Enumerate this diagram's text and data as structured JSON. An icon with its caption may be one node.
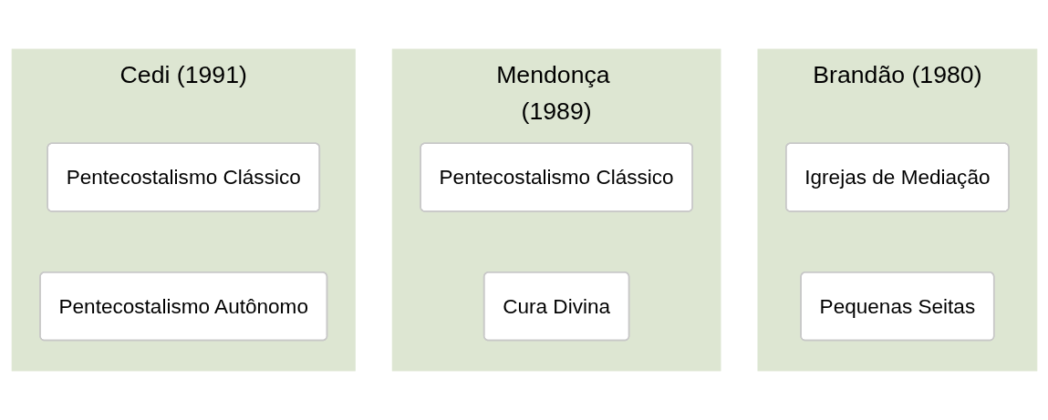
{
  "diagram": {
    "nodes": [
      {
        "text": [
          "Cedi (1991)"
        ]
      },
      {
        "text": [
          "Pentecostalismo Clássico"
        ],
        "in": 0
      },
      {
        "text": [
          "Pentecostalismo Autônomo"
        ],
        "in": 0
      },
      {
        "text": [
          "Mendonça (1989)"
        ]
      },
      {
        "text": [
          "Pentecostalismo Clássico"
        ],
        "in": 3
      },
      {
        "text": [
          "Cura Divina"
        ],
        "in": 3
      },
      {
        "text": [
          "Brandão (1980)"
        ]
      },
      {
        "text": [
          "Igrejas de Mediação"
        ],
        "in": 6
      },
      {
        "text": [
          "Pequenas Seitas"
        ],
        "in": 6
      }
    ]
  }
}
